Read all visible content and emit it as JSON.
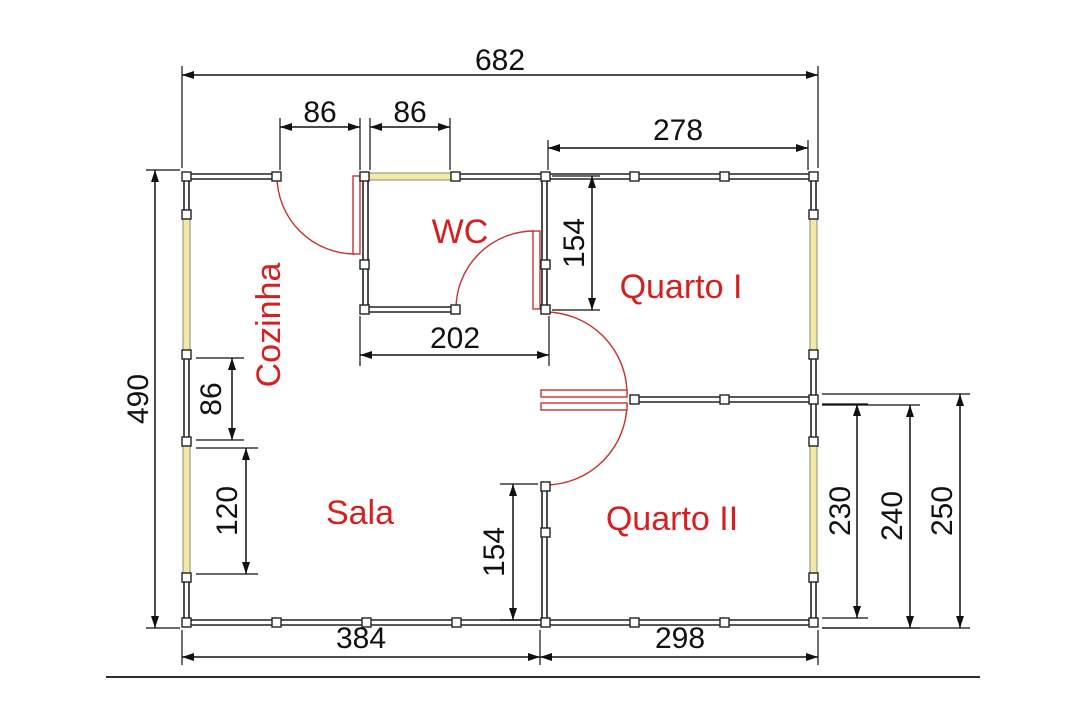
{
  "colors": {
    "room_label": "#d61f1f",
    "door": "#c93030",
    "window_fill": "#f3e9a3",
    "wall": "#222222"
  },
  "rooms": {
    "wc": "WC",
    "quarto1": "Quarto I",
    "quarto2": "Quarto II",
    "cozinha": "Cozinha",
    "sala": "Sala"
  },
  "dimensions": {
    "total_width": "682",
    "door_kitchen": "86",
    "window_wc": "86",
    "quarto1_width": "278",
    "quarto1_door_drop": "154",
    "wc_width": "202",
    "total_height": "490",
    "kitchen_window": "86",
    "sala_window": "120",
    "quarto2_door_rise": "154",
    "sala_width": "384",
    "quarto2_width": "298",
    "h230": "230",
    "h240": "240",
    "h250": "250"
  }
}
